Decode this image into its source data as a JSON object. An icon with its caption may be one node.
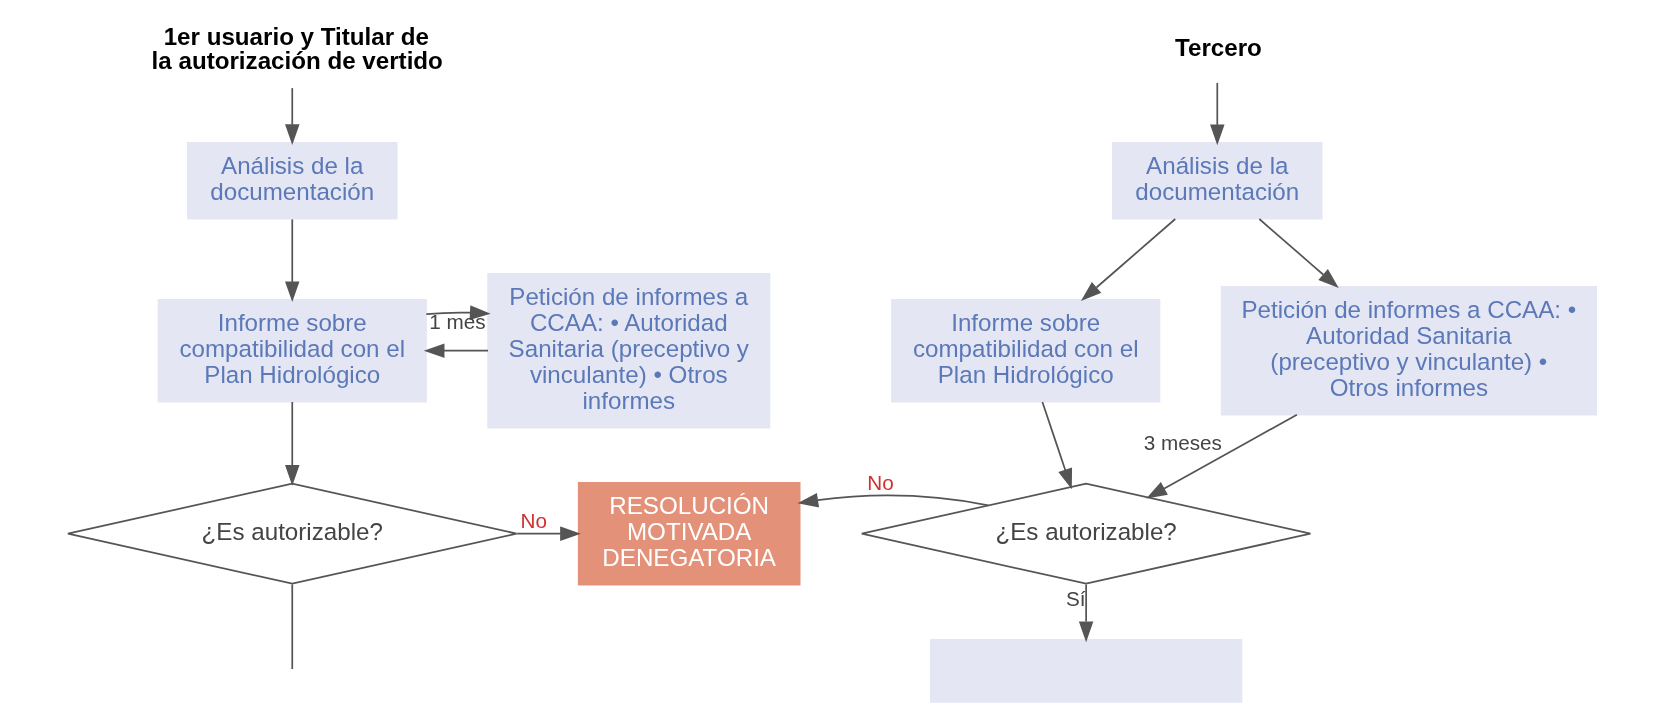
{
  "diagram": {
    "nodes": [
      {
        "text": [
          "1er usuario y Titular de la autorización de vertido"
        ]
      },
      {
        "text": [
          "Tercero"
        ]
      },
      {
        "text": [
          "Análisis de la documentación"
        ]
      },
      {
        "text": [
          "Análisis de la documentación"
        ]
      },
      {
        "text": [
          "Petición de informes a CCAA: • Autoridad Sanitaria (preceptivo y vinculante) • Otros informes"
        ]
      },
      {
        "text": [
          "Informe sobre compatibilidad con el Plan Hidrológico"
        ]
      },
      {
        "text": [
          "Informe sobre compatibilidad con el Plan Hidrológico"
        ]
      },
      {
        "text": [
          "Petición de informes a CCAA: • Autoridad Sanitaria (preceptivo y vinculante) • Otros informes"
        ]
      },
      {
        "text": [
          "¿Es autorizable?"
        ]
      },
      {
        "text": [
          "RESOLUCIÓN MOTIVADA DENEGATORIA"
        ]
      },
      {
        "text": [
          "¿Es autorizable?"
        ]
      },
      {
        "text": [],
        "shape": "box"
      }
    ],
    "edges": [
      {
        "from": 0,
        "to": 2,
        "arrow": "to"
      },
      {
        "from": 1,
        "to": 3,
        "arrow": "to"
      },
      {
        "from": 2,
        "to": 5,
        "arrow": "to"
      },
      {
        "from": 4,
        "to": 5,
        "arrow": "to"
      },
      {
        "from": 5,
        "to": 4,
        "arrow": "to",
        "label": "1 mes"
      },
      {
        "from": 3,
        "to": 6,
        "arrow": "to"
      },
      {
        "from": 3,
        "to": 7,
        "arrow": "to"
      },
      {
        "from": 5,
        "to": 8,
        "arrow": "to"
      },
      {
        "from": 8,
        "to": 9,
        "arrow": "to",
        "label": "No"
      },
      {
        "from": 6,
        "to": 10,
        "arrow": "to"
      },
      {
        "from": 7,
        "to": 10,
        "arrow": "to",
        "label": "3 meses"
      },
      {
        "from": 10,
        "to": 9,
        "arrow": "to",
        "label": "No"
      },
      {
        "from": 10,
        "to": 11,
        "arrow": "to",
        "label": "Sí"
      },
      {
        "from": 8,
        "to": null,
        "arrow": "none"
      }
    ]
  }
}
